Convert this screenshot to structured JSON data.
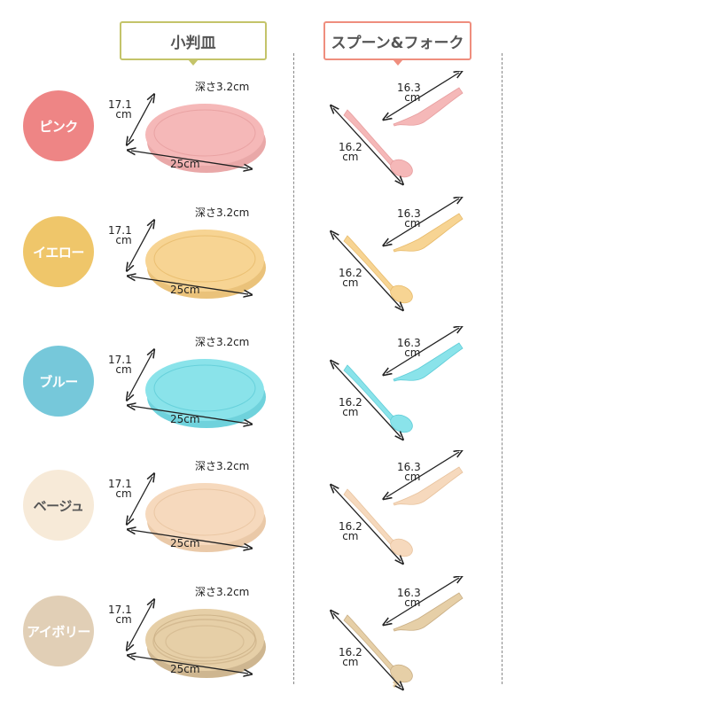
{
  "headers": {
    "plate": "小判皿",
    "cutlery": "スプーン&フォーク"
  },
  "labels": {
    "width_num": "17.1",
    "width_unit": "cm",
    "length": "25cm",
    "depth": "深さ3.2cm",
    "fork_num": "16.3",
    "fork_unit": "cm",
    "spoon_num": "16.2",
    "spoon_unit": "cm"
  },
  "colors": {
    "header_plate_border": "#c4c46a",
    "header_cutlery_border": "#ef8e7e"
  },
  "rows": [
    {
      "name": "ピンク",
      "circle_color": "#ee8585",
      "item_color": "#f5b8b8",
      "item_dark": "#e79e9f"
    },
    {
      "name": "イエロー",
      "circle_color": "#efc66a",
      "item_color": "#f7d493",
      "item_dark": "#e8bb6b"
    },
    {
      "name": "ブルー",
      "circle_color": "#76c8da",
      "item_color": "#8ae3ea",
      "item_dark": "#5fcdd8"
    },
    {
      "name": "ベージュ",
      "circle_color": "#f7ead8",
      "item_color": "#f6d9bd",
      "item_dark": "#e8c39e",
      "text_color": "#555555"
    },
    {
      "name": "アイボリー",
      "circle_color": "#e1cfb6",
      "item_color": "#e6cfa7",
      "item_dark": "#c9ae84"
    }
  ]
}
